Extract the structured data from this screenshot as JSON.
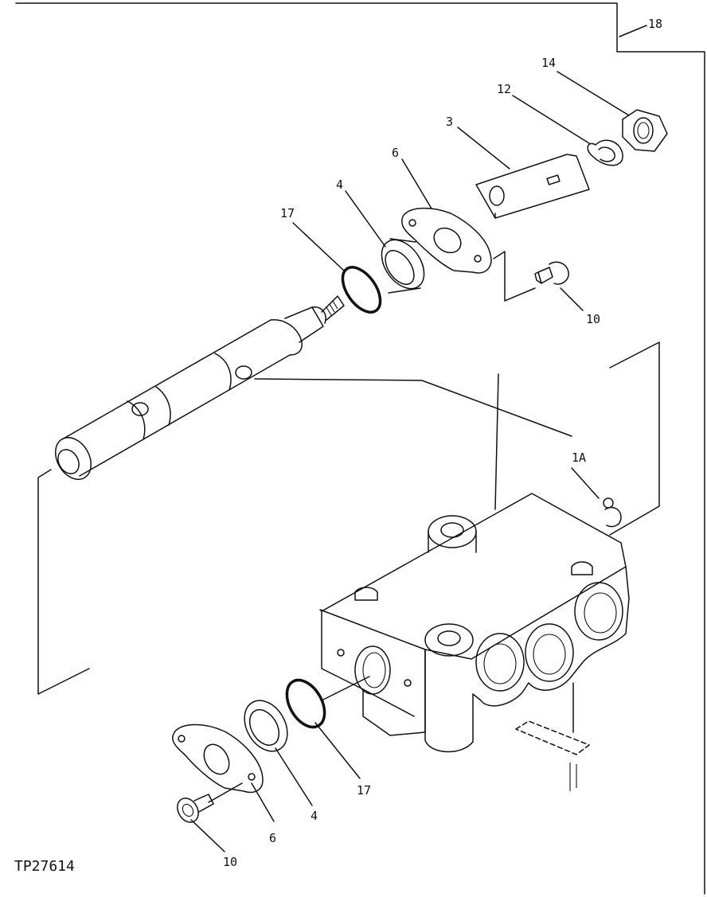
{
  "figure_id": "TP27614",
  "callouts": {
    "c18": "18",
    "c14": "14",
    "c12": "12",
    "c3": "3",
    "c6_top": "6",
    "c4_top": "4",
    "c17_top": "17",
    "c10_top": "10",
    "c1a": "1A",
    "c17_bottom": "17",
    "c4_bottom": "4",
    "c6_bottom": "6",
    "c10_bottom": "10"
  },
  "colors": {
    "ink": "#111111",
    "paper": "#ffffff"
  }
}
